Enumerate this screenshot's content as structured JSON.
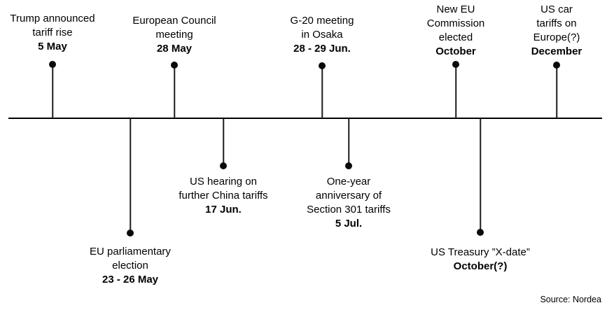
{
  "timeline": {
    "events_above": [
      {
        "lines": [
          "Trump announced",
          "tariff rise"
        ],
        "date": "5 May"
      },
      {
        "lines": [
          "European Council",
          "meeting"
        ],
        "date": "28 May"
      },
      {
        "lines": [
          "G-20 meeting",
          "in Osaka"
        ],
        "date": "28 - 29 Jun."
      },
      {
        "lines": [
          "New EU",
          "Commission",
          "elected"
        ],
        "date": "October"
      },
      {
        "lines": [
          "US car",
          "tariffs on",
          "Europe(?)"
        ],
        "date": "December"
      }
    ],
    "events_below": [
      {
        "lines": [
          "EU parliamentary",
          "election"
        ],
        "date": "23 - 26 May"
      },
      {
        "lines": [
          "US hearing on",
          "further China tariffs"
        ],
        "date": "17 Jun."
      },
      {
        "lines": [
          "One-year",
          "anniversary of",
          "Section 301 tariffs"
        ],
        "date": "5 Jul."
      },
      {
        "lines": [
          "US Treasury ”X-date”"
        ],
        "date": "October(?)"
      }
    ],
    "source": "Source: Nordea"
  },
  "colors": {
    "background": "#ffffff",
    "axis": "#000000",
    "text": "#000000",
    "dot": "#0a0a0a"
  }
}
